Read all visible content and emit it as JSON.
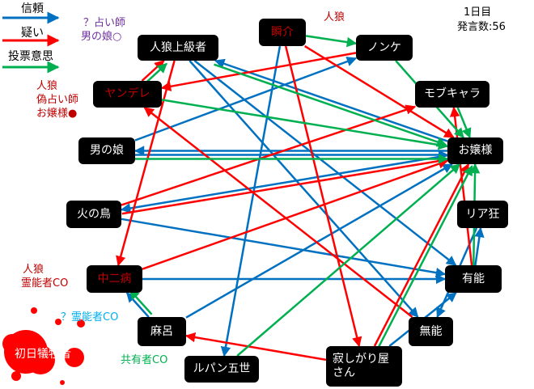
{
  "legend": {
    "trust": {
      "label": "信頼",
      "color": "#0070c0"
    },
    "doubt": {
      "label": "疑い",
      "color": "#ff0000"
    },
    "vote": {
      "label": "投票意思",
      "color": "#00b050"
    }
  },
  "status": {
    "day": "1日目",
    "remarks": "発言数:56"
  },
  "nodes": {
    "jinro_joukyu": "人狼上級者",
    "shunsuke": "瞬介",
    "nonke": "ノンケ",
    "yandere": "ヤンデレ",
    "mob": "モブキャラ",
    "otokonoko": "男の娘",
    "ojousama": "お嬢様",
    "hinotori": "火の鳥",
    "riakyou": "リア狂",
    "chuunibyou": "中二病",
    "yuunou": "有能",
    "maro": "麻呂",
    "munou": "無能",
    "sabishigari": "寂しがり屋さん",
    "lupin": "ルパン五世",
    "victim": "初日犠牲者"
  },
  "notes": {
    "shunsuke_role": "人狼",
    "otokonoko_claim": [
      "？占い師",
      "男の娘○"
    ],
    "yandere_role": [
      "人狼",
      "偽占い師",
      "お嬢様●"
    ],
    "chuunibyou_role": [
      "人狼",
      "霊能者CO"
    ],
    "medium_unknown": "？霊能者CO",
    "maro_claim": "共有者CO"
  },
  "edges": [
    {
      "from": "otokonoko",
      "to": "nonke",
      "type": "trust"
    },
    {
      "from": "ojousama",
      "to": "otokonoko",
      "type": "trust"
    },
    {
      "from": "otokonoko",
      "to": "ojousama",
      "type": "trust"
    },
    {
      "from": "ojousama",
      "to": "jinro_joukyu",
      "type": "trust"
    },
    {
      "from": "jinro_joukyu",
      "to": "munou",
      "type": "trust"
    },
    {
      "from": "jinro_joukyu",
      "to": "yuunou",
      "type": "trust"
    },
    {
      "from": "shunsuke",
      "to": "lupin",
      "type": "trust"
    },
    {
      "from": "hinotori",
      "to": "yuunou",
      "type": "trust"
    },
    {
      "from": "ojousama",
      "to": "hinotori",
      "type": "trust"
    },
    {
      "from": "chuunibyou",
      "to": "yuunou",
      "type": "trust"
    },
    {
      "from": "maro",
      "to": "chuunibyou",
      "type": "trust"
    },
    {
      "from": "yuunou",
      "to": "riakyou",
      "type": "trust"
    },
    {
      "from": "riakyou",
      "to": "munou",
      "type": "trust"
    },
    {
      "from": "sabishigari",
      "to": "yuunou",
      "type": "trust"
    },
    {
      "from": "maro",
      "to": "ojousama",
      "type": "trust"
    },
    {
      "from": "shunsuke",
      "to": "ojousama",
      "type": "doubt"
    },
    {
      "from": "shunsuke",
      "to": "sabishigari",
      "type": "doubt"
    },
    {
      "from": "yandere",
      "to": "jinro_joukyu",
      "type": "doubt"
    },
    {
      "from": "jinro_joukyu",
      "to": "chuunibyou",
      "type": "doubt"
    },
    {
      "from": "hinotori",
      "to": "mob",
      "type": "doubt"
    },
    {
      "from": "hinotori",
      "to": "ojousama",
      "type": "doubt"
    },
    {
      "from": "chuunibyou",
      "to": "ojousama",
      "type": "doubt"
    },
    {
      "from": "sabishigari",
      "to": "maro",
      "type": "doubt"
    },
    {
      "from": "yuunou",
      "to": "mob",
      "type": "doubt"
    },
    {
      "from": "munou",
      "to": "yandere",
      "type": "doubt"
    },
    {
      "from": "sabishigari",
      "to": "ojousama",
      "type": "doubt"
    },
    {
      "from": "nonke",
      "to": "yandere",
      "type": "doubt"
    },
    {
      "from": "yandere",
      "to": "jinro_joukyu",
      "type": "vote"
    },
    {
      "from": "nonke",
      "to": "ojousama",
      "type": "vote"
    },
    {
      "from": "mob",
      "to": "ojousama",
      "type": "vote"
    },
    {
      "from": "otokonoko",
      "to": "ojousama",
      "type": "vote"
    },
    {
      "from": "yandere",
      "to": "ojousama",
      "type": "vote"
    },
    {
      "from": "jinro_joukyu",
      "to": "ojousama",
      "type": "vote"
    },
    {
      "from": "yuunou",
      "to": "ojousama",
      "type": "vote"
    },
    {
      "from": "maro",
      "to": "chuunibyou",
      "type": "vote"
    },
    {
      "from": "lupin",
      "to": "ojousama",
      "type": "vote"
    },
    {
      "from": "sabishigari",
      "to": "ojousama",
      "type": "vote"
    },
    {
      "from": "shunsuke",
      "to": "nonke",
      "type": "vote"
    }
  ]
}
